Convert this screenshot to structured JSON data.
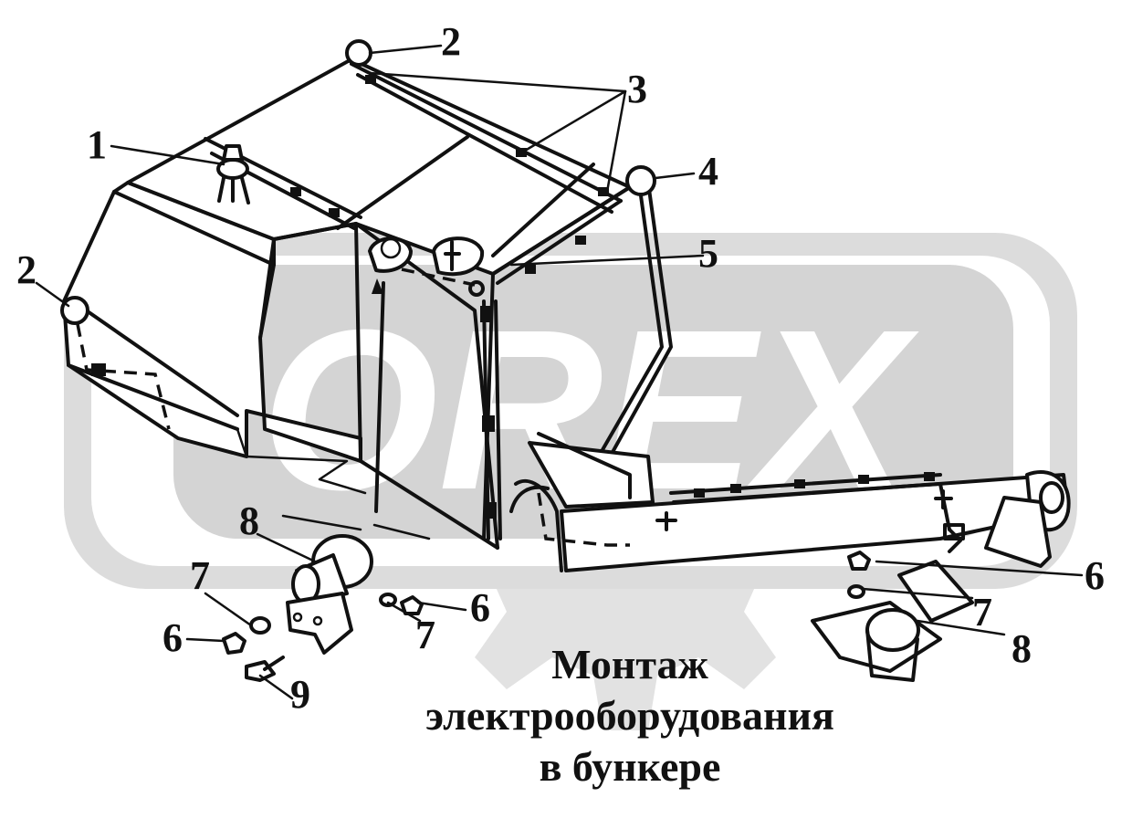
{
  "watermark": {
    "text": "OREX",
    "color": "#d0d0d0"
  },
  "caption": {
    "line1": "Монтаж",
    "line2": "электрооборудования",
    "line3": "в бункере"
  },
  "callouts": [
    {
      "id": "c1",
      "label": "1"
    },
    {
      "id": "c2a",
      "label": "2"
    },
    {
      "id": "c2b",
      "label": "2"
    },
    {
      "id": "c3",
      "label": "3"
    },
    {
      "id": "c4",
      "label": "4"
    },
    {
      "id": "c5",
      "label": "5"
    },
    {
      "id": "c6a",
      "label": "6"
    },
    {
      "id": "c6b",
      "label": "6"
    },
    {
      "id": "c6c",
      "label": "6"
    },
    {
      "id": "c7a",
      "label": "7"
    },
    {
      "id": "c7b",
      "label": "7"
    },
    {
      "id": "c7c",
      "label": "7"
    },
    {
      "id": "c8a",
      "label": "8"
    },
    {
      "id": "c8b",
      "label": "8"
    },
    {
      "id": "c9",
      "label": "9"
    }
  ],
  "colors": {
    "ink": "#111111",
    "background": "#ffffff"
  }
}
